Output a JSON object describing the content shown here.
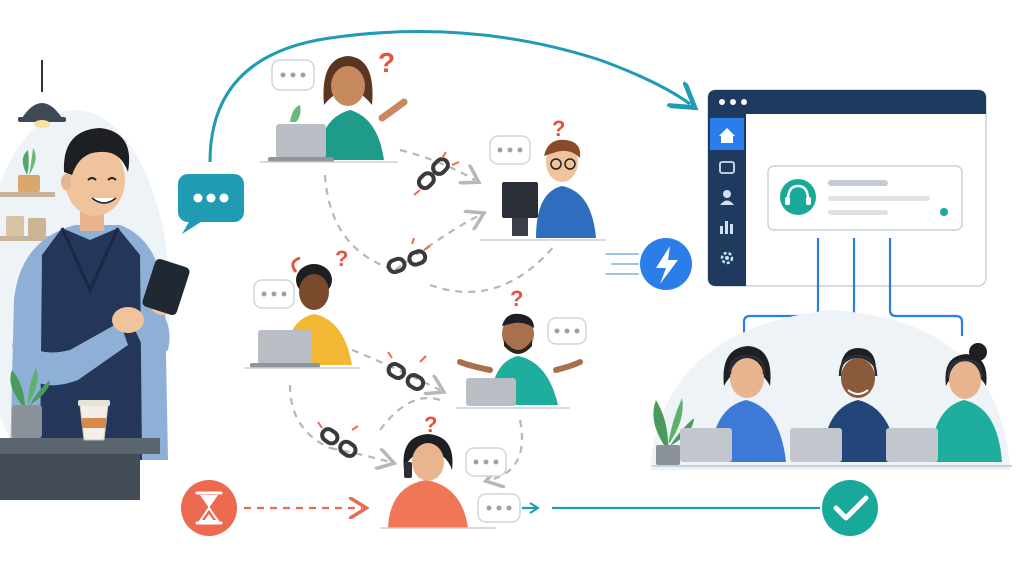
{
  "colors": {
    "teal": "#1f9bb3",
    "navy": "#1e3a5f",
    "blue": "#2b7de9",
    "coral": "#ec6a4f",
    "green_check": "#19a99a",
    "broken_link": "#3a3a3a",
    "question_mark": "#e5533d",
    "dash_gray": "#b7b7b7"
  },
  "icons": {
    "customer_message": "speech-bubble-icon",
    "waiting": "hourglass-icon",
    "fast_route": "lightning-bolt-icon",
    "resolved": "checkmark-icon",
    "broken_handoff": "broken-chain-link-icon",
    "confusion": "question-mark-icon",
    "dashboard_nav": [
      "home-icon",
      "inbox-icon",
      "user-icon",
      "bar-chart-icon",
      "gear-icon"
    ],
    "support_agent": "headset-icon"
  },
  "scene": {
    "customer": "customer-with-phone",
    "fragmented_agents_count": 5,
    "helpdesk_window": "helpdesk-dashboard",
    "support_team_count": 3
  }
}
